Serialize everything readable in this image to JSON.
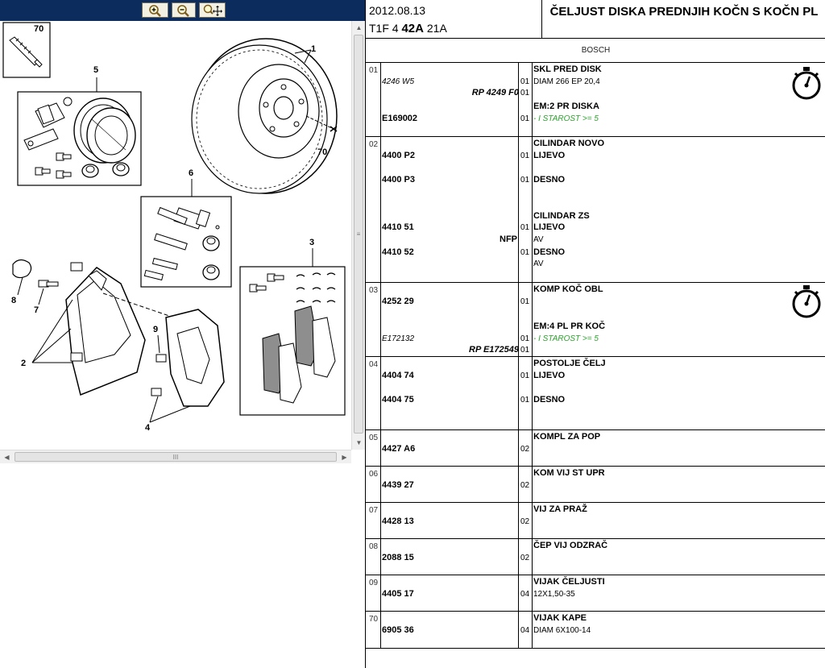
{
  "toolbar": {
    "zoom_in_icon": "zoom-in-icon",
    "zoom_out_icon": "zoom-out-icon",
    "zoom_fit_icon": "zoom-fit-icon",
    "background": "#0b2c5c"
  },
  "diagram": {
    "callouts": [
      "70",
      "1",
      "5",
      "6",
      "70",
      "3",
      "8",
      "7",
      "2",
      "9",
      "4"
    ]
  },
  "scrollbar": {
    "grip": "≡",
    "hgrip": "III"
  },
  "header": {
    "date": "2012.08.13",
    "code_prefix": "T1F 4",
    "code_bold": "42A",
    "code_suffix": "21A",
    "title": "ČELJUST DISKA PREDNJIH KOČN S KOČN PL",
    "brand": "BOSCH"
  },
  "sections": {
    "s01": {
      "num": "01",
      "lines": {
        "ref_a": "4246 W5",
        "rp": "RP 4249 F0",
        "ref_b": "E169002",
        "q1": "01",
        "q2": "01",
        "q3": "01",
        "title": "SKL PRED DISK",
        "spec": "DIAM 266 EP 20,4",
        "em": "EM:2 PR DISKA",
        "note": "- I STAROST >= 5"
      }
    },
    "s02": {
      "num": "02",
      "lines": {
        "ref_a": "4400 P2",
        "q_a": "01",
        "title": "CILINDAR NOVO",
        "desc_a": "LIJEVO",
        "ref_b": "4400 P3",
        "q_b": "01",
        "desc_b": "DESNO",
        "title2": "CILINDAR ZS",
        "ref_c": "4410 51",
        "q_c": "01",
        "desc_c": "LIJEVO",
        "nfp": "NFP",
        "av_c": "AV",
        "ref_d": "4410 52",
        "q_d": "01",
        "desc_d": "DESNO",
        "av_d": "AV"
      }
    },
    "s03": {
      "num": "03",
      "lines": {
        "title": "KOMP KOČ OBL",
        "ref_a": "4252 29",
        "q_a": "01",
        "em": "EM:4 PL PR KOČ",
        "ref_b": "E172132",
        "q_b": "01",
        "note": "- I STAROST >= 5",
        "rp": "RP E172549",
        "q_c": "01"
      }
    },
    "s04": {
      "num": "04",
      "lines": {
        "title": "POSTOLJE ČELJ",
        "ref_a": "4404 74",
        "q_a": "01",
        "desc_a": "LIJEVO",
        "ref_b": "4404 75",
        "q_b": "01",
        "desc_b": "DESNO"
      }
    },
    "s05": {
      "num": "05",
      "ref": "4427 A6",
      "qty": "02",
      "title": "KOMPL ZA POP"
    },
    "s06": {
      "num": "06",
      "ref": "4439 27",
      "qty": "02",
      "title": "KOM VIJ ST UPR"
    },
    "s07": {
      "num": "07",
      "ref": "4428 13",
      "qty": "02",
      "title": "VIJ ZA PRAŽ"
    },
    "s08": {
      "num": "08",
      "ref": "2088 15",
      "qty": "02",
      "title": "ČEP VIJ ODZRAČ"
    },
    "s09": {
      "num": "09",
      "ref": "4405 17",
      "qty": "04",
      "title": "VIJAK ČELJUSTI",
      "spec": "12X1,50-35"
    },
    "s70": {
      "num": "70",
      "ref": "6905 36",
      "qty": "04",
      "title": "VIJAK KAPE",
      "spec": "DIAM 6X100-14"
    }
  },
  "colors": {
    "note_green": "#2aa52a",
    "toolbar_blue": "#0b2c5c"
  }
}
